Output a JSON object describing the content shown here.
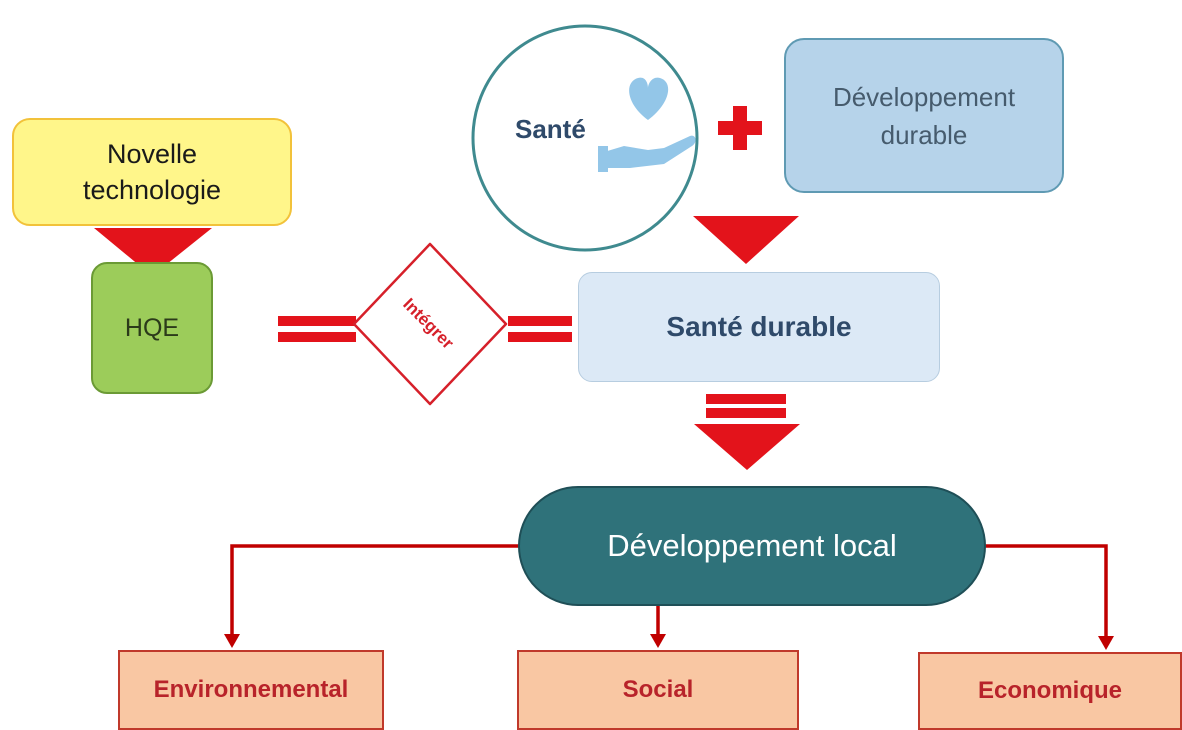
{
  "nodes": {
    "novelle_technologie": "Novelle\ntechnologie",
    "hqe": "HQE",
    "sante": "Santé",
    "developpement_durable": "Développement\ndurable",
    "integrer": "Intégrer",
    "sante_durable": "Santé durable",
    "developpement_local": "Développement local",
    "environnemental": "Environnemental",
    "social": "Social",
    "economique": "Economique"
  },
  "icons": {
    "care": "heart-hand-icon",
    "plus": "plus-icon"
  },
  "colors": {
    "arrow_red": "#e3131b",
    "line_red": "#c00000",
    "yellow_box": "#fff68a",
    "green_box": "#9ccc5a",
    "blue_box": "#b6d3ea",
    "light_blue_box": "#dce9f6",
    "teal_box": "#2f727a",
    "orange_box": "#f9c7a3",
    "circle_border": "#3f8a8f",
    "icon_blue": "#93c6e8"
  }
}
